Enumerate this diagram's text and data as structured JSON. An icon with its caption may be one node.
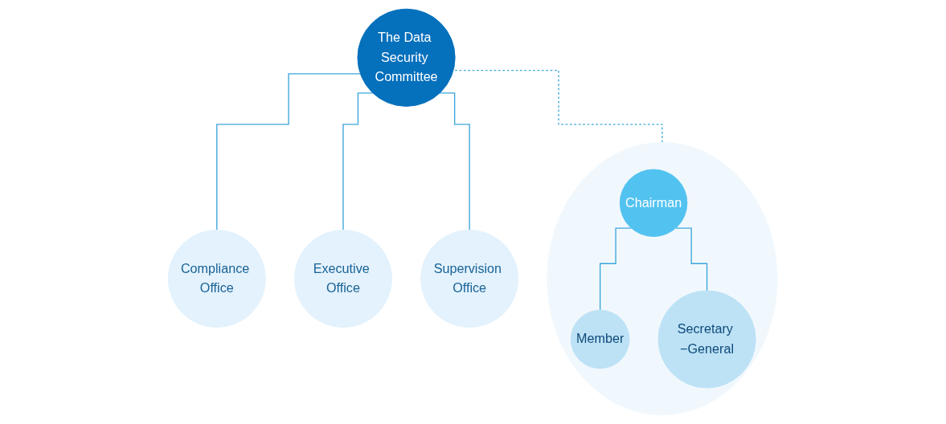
{
  "diagram": {
    "nodes": [
      {
        "text": [
          "The Data Security Committee"
        ]
      },
      {
        "text": [],
        "shape": "circle"
      },
      {
        "text": [
          "Chairman"
        ],
        "in": 1
      },
      {
        "text": [
          "Member"
        ],
        "in": 1
      },
      {
        "text": [
          "Secretary −General"
        ],
        "in": 1
      },
      {
        "text": [
          "Compliance Office"
        ]
      },
      {
        "text": [
          "Executive Office"
        ]
      },
      {
        "text": [
          "Supervision Office"
        ]
      }
    ],
    "edges": [
      {
        "from": 0,
        "to": 1,
        "arrow": "none",
        "style": "dashed"
      },
      {
        "from": 2,
        "to": 3,
        "arrow": "none"
      },
      {
        "from": 2,
        "to": 4,
        "arrow": "none"
      },
      {
        "from": 0,
        "to": 5,
        "arrow": "none"
      },
      {
        "from": 0,
        "to": 6,
        "arrow": "none"
      },
      {
        "from": 0,
        "to": 7,
        "arrow": "none"
      }
    ]
  }
}
